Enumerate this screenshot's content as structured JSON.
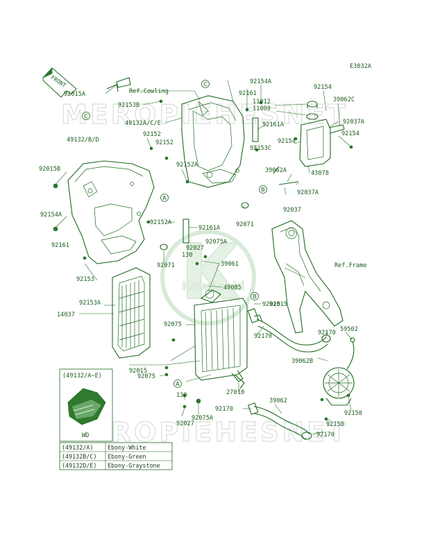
{
  "diagram_code": "E3032A",
  "front_label": "FRONT",
  "watermark": "MEROPIEHESNET",
  "logo_text": "Kawasaki",
  "ref_labels": {
    "cowling": "Ref.Cowling",
    "frame": "Ref.Frame"
  },
  "circle_refs": [
    "C",
    "C",
    "A",
    "A",
    "B",
    "B"
  ],
  "part_labels": [
    "92015A",
    "92153B",
    "49132A/C/E",
    "92152",
    "92152",
    "92152A",
    "49132/B/D",
    "92015B",
    "92154A",
    "92161",
    "92152A",
    "92161A",
    "92027",
    "92075A",
    "130",
    "92071",
    "39061",
    "49085",
    "92153",
    "92153A",
    "14037",
    "92075",
    "92015",
    "92015",
    "92075",
    "270",
    "10",
    "130",
    "92027",
    "92075A",
    "92170",
    "39062",
    "92154A",
    "92161",
    "92161A",
    "92153C",
    "39062A",
    "92154",
    "92037A",
    "92037",
    "92071",
    "11012",
    "11009",
    "92154",
    "39062C",
    "92037A",
    "92154",
    "43078",
    "92015",
    "92170",
    "92170",
    "59502",
    "39062B",
    "92150",
    "92150",
    "92170"
  ],
  "inset": {
    "title": "(49132/A~E)",
    "caption": "WD"
  },
  "legend": [
    {
      "code": "(49132/A)",
      "color": "Ebony-White"
    },
    {
      "code": "(49132B/C)",
      "color": "Ebony-Green"
    },
    {
      "code": "(49132D/E)",
      "color": "Ebony-Graystone"
    }
  ]
}
